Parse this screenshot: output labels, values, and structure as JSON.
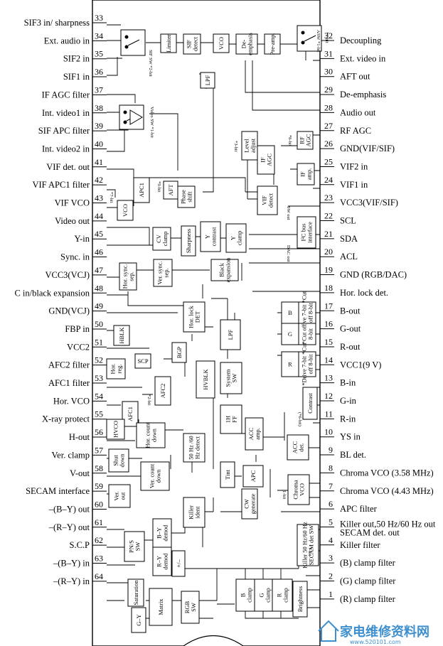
{
  "left_pins": [
    {
      "num": "33",
      "label": "SIF3 in/ sharpness"
    },
    {
      "num": "34",
      "label": "Ext. audio in"
    },
    {
      "num": "35",
      "label": "SIF2 in"
    },
    {
      "num": "36",
      "label": "SIF1 in"
    },
    {
      "num": "37",
      "label": "IF AGC filter"
    },
    {
      "num": "38",
      "label": "Int. video1 in"
    },
    {
      "num": "39",
      "label": "SIF APC filter"
    },
    {
      "num": "40",
      "label": "Int. video2 in"
    },
    {
      "num": "41",
      "label": "VIF det. out"
    },
    {
      "num": "42",
      "label": "VIF APC1 filter"
    },
    {
      "num": "43",
      "label": "VIF VCO"
    },
    {
      "num": "44",
      "label": "Video out"
    },
    {
      "num": "45",
      "label": "Y-in"
    },
    {
      "num": "46",
      "label": "Sync. in"
    },
    {
      "num": "47",
      "label": "VCC3(VCJ)"
    },
    {
      "num": "48",
      "label": "C in/black expansion"
    },
    {
      "num": "49",
      "label": "GND(VCJ)"
    },
    {
      "num": "50",
      "label": "FBP in"
    },
    {
      "num": "51",
      "label": "VCC2"
    },
    {
      "num": "52",
      "label": "AFC2 filter"
    },
    {
      "num": "53",
      "label": "AFC1 filter"
    },
    {
      "num": "54",
      "label": "Hor. VCO"
    },
    {
      "num": "55",
      "label": "X-ray protect"
    },
    {
      "num": "56",
      "label": "H-out"
    },
    {
      "num": "57",
      "label": "Ver. clamp"
    },
    {
      "num": "58",
      "label": "V-out"
    },
    {
      "num": "59",
      "label": "SECAM interface"
    },
    {
      "num": "60",
      "label": "–(B–Y) out"
    },
    {
      "num": "61",
      "label": "–(R–Y) out"
    },
    {
      "num": "62",
      "label": "S.C.P"
    },
    {
      "num": "63",
      "label": "–(B–Y) in"
    },
    {
      "num": "64",
      "label": "–(R–Y) in"
    }
  ],
  "right_pins": [
    {
      "num": "32",
      "label": "Decoupling"
    },
    {
      "num": "31",
      "label": "Ext. video in"
    },
    {
      "num": "30",
      "label": "AFT out"
    },
    {
      "num": "29",
      "label": "De-emphasis"
    },
    {
      "num": "28",
      "label": "Audio out"
    },
    {
      "num": "27",
      "label": "RF AGC"
    },
    {
      "num": "26",
      "label": "GND(VIF/SIF)"
    },
    {
      "num": "25",
      "label": "VIF2 in"
    },
    {
      "num": "24",
      "label": "VIF1 in"
    },
    {
      "num": "23",
      "label": "VCC3(VIF/SIF)"
    },
    {
      "num": "22",
      "label": "SCL"
    },
    {
      "num": "21",
      "label": "SDA"
    },
    {
      "num": "20",
      "label": "ACL"
    },
    {
      "num": "19",
      "label": "GND (RGB/DAC)"
    },
    {
      "num": "18",
      "label": "Hor. lock det."
    },
    {
      "num": "17",
      "label": "B-out"
    },
    {
      "num": "16",
      "label": "G-out"
    },
    {
      "num": "15",
      "label": "R-out"
    },
    {
      "num": "14",
      "label": "VCC1(9 V)"
    },
    {
      "num": "13",
      "label": "B-in"
    },
    {
      "num": "12",
      "label": "G-in"
    },
    {
      "num": "11",
      "label": "R-in"
    },
    {
      "num": "10",
      "label": "YS in"
    },
    {
      "num": "9",
      "label": "BL det."
    },
    {
      "num": "8",
      "label": "Chroma VCO (3.58 MHz)"
    },
    {
      "num": "7",
      "label": "Chroma VCO (4.43 MHz)"
    },
    {
      "num": "6",
      "label": "APC filter"
    },
    {
      "num": "5",
      "label": "Killer out,50 Hz/60 Hz out SECAM det. out"
    },
    {
      "num": "4",
      "label": "Killer filter"
    },
    {
      "num": "3",
      "label": "(B) clamp filter"
    },
    {
      "num": "2",
      "label": "(G) clamp filter"
    },
    {
      "num": "1",
      "label": "(R) clamp filter"
    }
  ],
  "blocks": {
    "limiter": "Limiter",
    "sif_detect": "SIF detect",
    "vco_sif": "VCO",
    "de_emphasis": "De- emphasis",
    "pre_amp": "Pre-amp.",
    "lpf_top": "LPF",
    "level_adjust": "Level adjust",
    "if_agc": "IF AGC",
    "rf_agc": "RF AGC",
    "if_amp": "IF amp.",
    "apc1": "APC1",
    "aft": "AFT",
    "vco_vif": "VCO",
    "phase_shift": "Phase shift",
    "vif_detect": "VIF detect",
    "i2c": "I²C bus interface",
    "cv_clamp": "CV clamp",
    "sharpness": "Sharpness",
    "y_contrast": "Y contrast",
    "y_clamp": "Y clamp",
    "hor_sync": "Hor. sync. sep.",
    "ver_sync": "Ver. sync. sep.",
    "black_exp": "Black expansion",
    "hor_lock": "Hor. lock DET",
    "lpf_mid": "LPF",
    "hblk": "HBLK",
    "bgp": "BGP",
    "scp": "SCP",
    "hor_reg": "Hor. reg.",
    "hvblk": "HVBLK",
    "system_sw": "System SW",
    "afc2": "AFC2",
    "afc1": "AFC1",
    "hvco": "HVCO",
    "hor_count": "Hor. count down",
    "ff": "1H FF",
    "acc_amp": "ACC amp.",
    "acc_det": "ACC det.",
    "contrast": "Contrast",
    "shut_down": "Shut down",
    "hz_detect": "50 Hz /60 Hz detect",
    "ver_count": "Ver. count down",
    "tint": "Tint",
    "apc": "APC",
    "chroma_vco": "Chroma VCO",
    "ver_out": "Ver. out",
    "killer_ident": "Killer ident",
    "cw_gen": "CW generate",
    "pn_sw": "PN/S SW",
    "by_demod": "B–Y demod",
    "ry_demod": "R–Y demod",
    "plusminus": "+/–",
    "killer_sw": "Killer 50 Hz/60 Hz SECAM det SW",
    "saturation": "Saturation",
    "gy": "G–Y",
    "matrix": "Matrix",
    "rgb_sw": "RGB SW",
    "b_clamp": "B clamp",
    "g_clamp": "G clamp",
    "r_clamp": "R clamp",
    "brightness": "Brightness",
    "drive_b": "B",
    "drive_g": "G",
    "drive_r": "R",
    "cutoff_b": "*Drive 7-bit *Cut off 8-bit",
    "cutoff_g": "*Cut off 8-bit",
    "cutoff_r": "*Drive 7-bit *Cut off 8-bit"
  },
  "annotations": {
    "sif_sw": "SIF SW *2-bit",
    "asw": "ASW *1-bit",
    "bit1": "*1-bit",
    "bit3": "*3-bit",
    "bit6": "*6-bit",
    "bit7": "*7-bit",
    "bit9": "*9-bit",
    "video_sw": "Video SW *1-bit",
    "sw_out": "SW out",
    "dac_out": "DAC out",
    "bit2": "*2-bit",
    "bit6c": "(*6-bit)",
    "bit1c": "1-bit",
    "bit7c": "7-bit"
  },
  "watermark": {
    "text": "家电维修资料网",
    "url": "www.520101.com"
  }
}
